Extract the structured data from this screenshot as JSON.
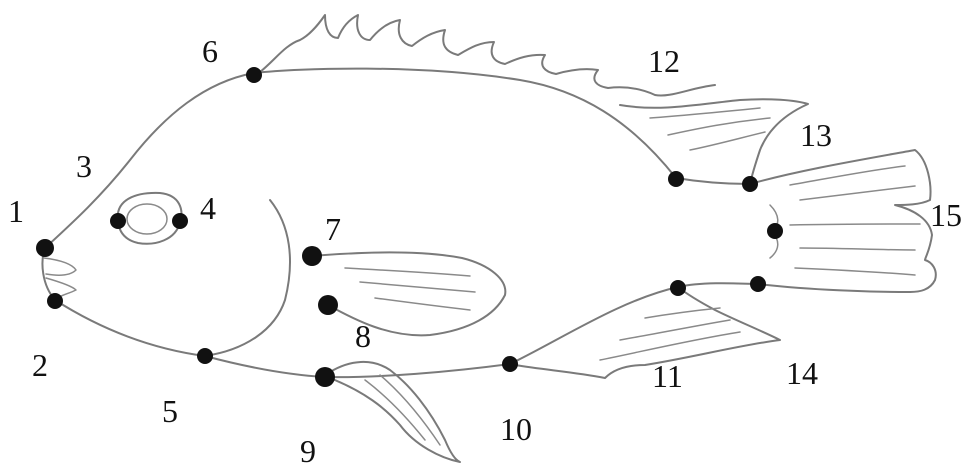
{
  "landmarks": [
    {
      "id": "1",
      "label": "1"
    },
    {
      "id": "2",
      "label": "2"
    },
    {
      "id": "3",
      "label": "3"
    },
    {
      "id": "4",
      "label": "4"
    },
    {
      "id": "5",
      "label": "5"
    },
    {
      "id": "6",
      "label": "6"
    },
    {
      "id": "7",
      "label": "7"
    },
    {
      "id": "8",
      "label": "8"
    },
    {
      "id": "9",
      "label": "9"
    },
    {
      "id": "10",
      "label": "10"
    },
    {
      "id": "11",
      "label": "11"
    },
    {
      "id": "12",
      "label": "12"
    },
    {
      "id": "13",
      "label": "13"
    },
    {
      "id": "14",
      "label": "14"
    },
    {
      "id": "15",
      "label": "15"
    }
  ],
  "colors": {
    "outline": "#7a7a7a",
    "dot": "#111111",
    "label": "#111111",
    "background": "#ffffff"
  }
}
